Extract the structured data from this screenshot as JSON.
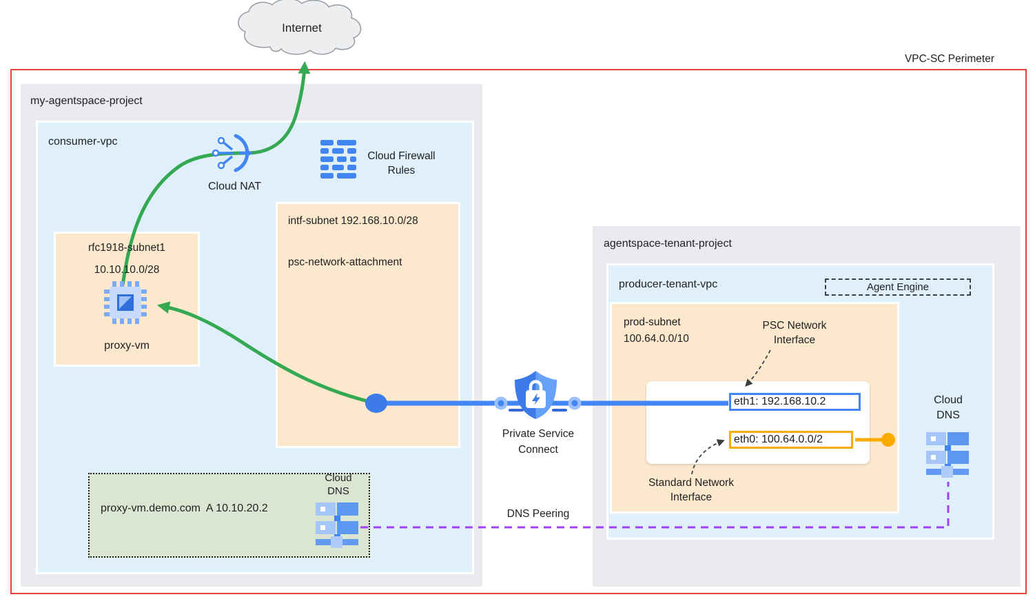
{
  "diagram": {
    "perimeter_label": "VPC-SC Perimeter",
    "internet_label": "Internet",
    "dns_peering_label": "DNS Peering",
    "psc_label_line1": "Private Service",
    "psc_label_line2": "Connect"
  },
  "left_project": {
    "title": "my-agentspace-project",
    "vpc_title": "consumer-vpc",
    "cloud_nat_label": "Cloud NAT",
    "firewall_label_line1": "Cloud Firewall",
    "firewall_label_line2": "Rules",
    "intf_subnet_line1": "intf-subnet 192.168.10.0/28",
    "intf_subnet_line2": "psc-network-attachment",
    "rfc_subnet_line1": "rfc1918-subnet1",
    "rfc_subnet_line2": "10.10.10.0/28",
    "proxy_vm_label": "proxy-vm",
    "dns_record": "proxy-vm.demo.com  A 10.10.20.2",
    "dns_label_line1": "Cloud",
    "dns_label_line2": "DNS"
  },
  "right_project": {
    "title": "agentspace-tenant-project",
    "vpc_title": "producer-tenant-vpc",
    "agent_engine_label": "Agent Engine",
    "prod_subnet_line1": "prod-subnet",
    "prod_subnet_line2": "100.64.0.0/10",
    "eth1_label": "eth1: 192.168.10.2",
    "eth0_label": "eth0: 100.64.0.0/2",
    "psc_nic_line1": "PSC Network",
    "psc_nic_line2": "Interface",
    "std_nic_line1": "Standard Network",
    "std_nic_line2": "Interface",
    "dns_label_line1": "Cloud",
    "dns_label_line2": "DNS"
  },
  "icons": {
    "internet": "internet-cloud-icon",
    "nat": "cloud-nat-icon",
    "firewall": "firewall-rules-icon",
    "vm": "compute-engine-icon",
    "dns": "cloud-dns-icon",
    "psc": "private-service-connect-shield-icon"
  },
  "colors": {
    "perimeter_red": "#E94235",
    "project_gray": "#E9EBEE",
    "vpc_blue": "#DFF0FB",
    "subnet_orange": "#FCE9CD",
    "dns_zone_green": "#DAE6D2",
    "flow_green": "#34A853",
    "flow_blue": "#4285F4",
    "flow_yellow": "#F9AB00",
    "peering_purple": "#A142F4"
  }
}
